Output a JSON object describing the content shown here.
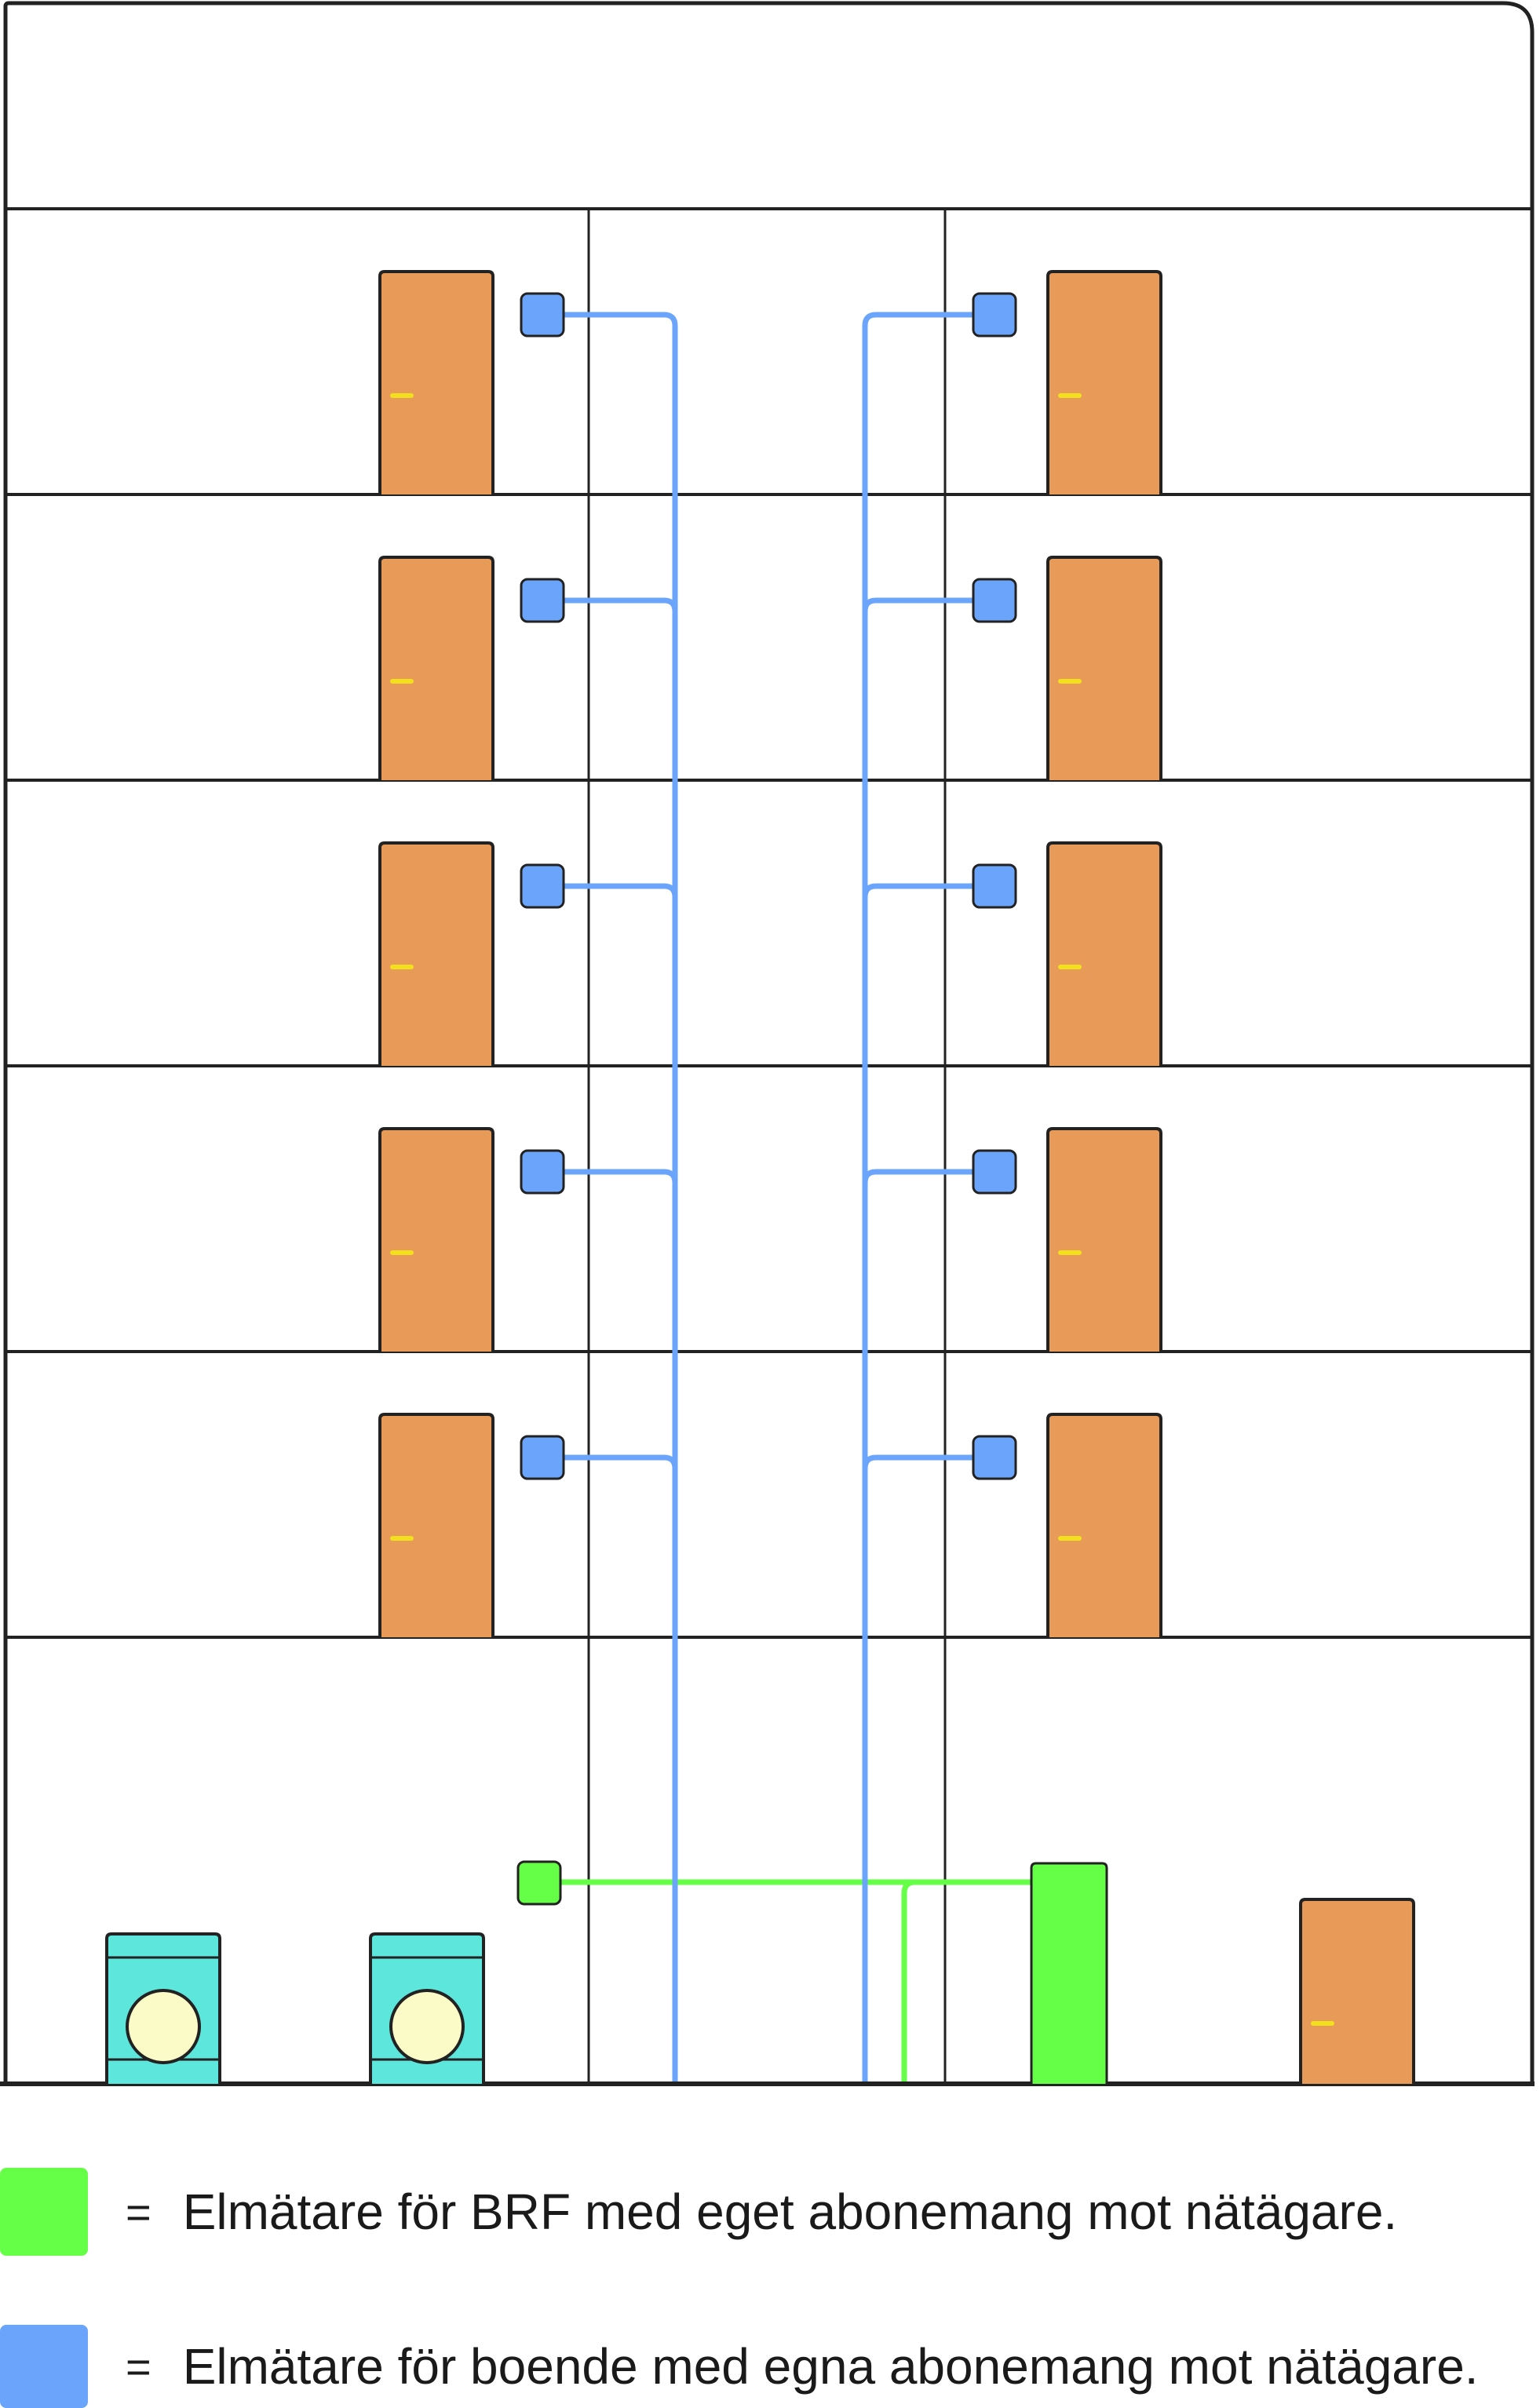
{
  "colors": {
    "outline": "#222222",
    "door": "#e89b58",
    "door_handle": "#f2e01c",
    "resident_meter": "#6aa5fb",
    "resident_cable": "#6aa5fb",
    "brf_meter": "#66ff47",
    "brf_cable": "#66ff47",
    "washer_body": "#5de6dc",
    "washer_window": "#fafbc6"
  },
  "icons": {
    "resident_meter": "resident-meter-icon",
    "brf_meter": "brf-meter-icon",
    "door": "door-icon",
    "washing_machine": "washing-machine-icon"
  },
  "floors": 5,
  "legend": {
    "equals_sign": "=",
    "items": [
      {
        "color": "#66ff47",
        "text": "Elmätare för BRF med eget abonemang mot nätägare."
      },
      {
        "color": "#6aa5fb",
        "text": "Elmätare för boende med egna abonemang mot nätägare."
      }
    ]
  }
}
